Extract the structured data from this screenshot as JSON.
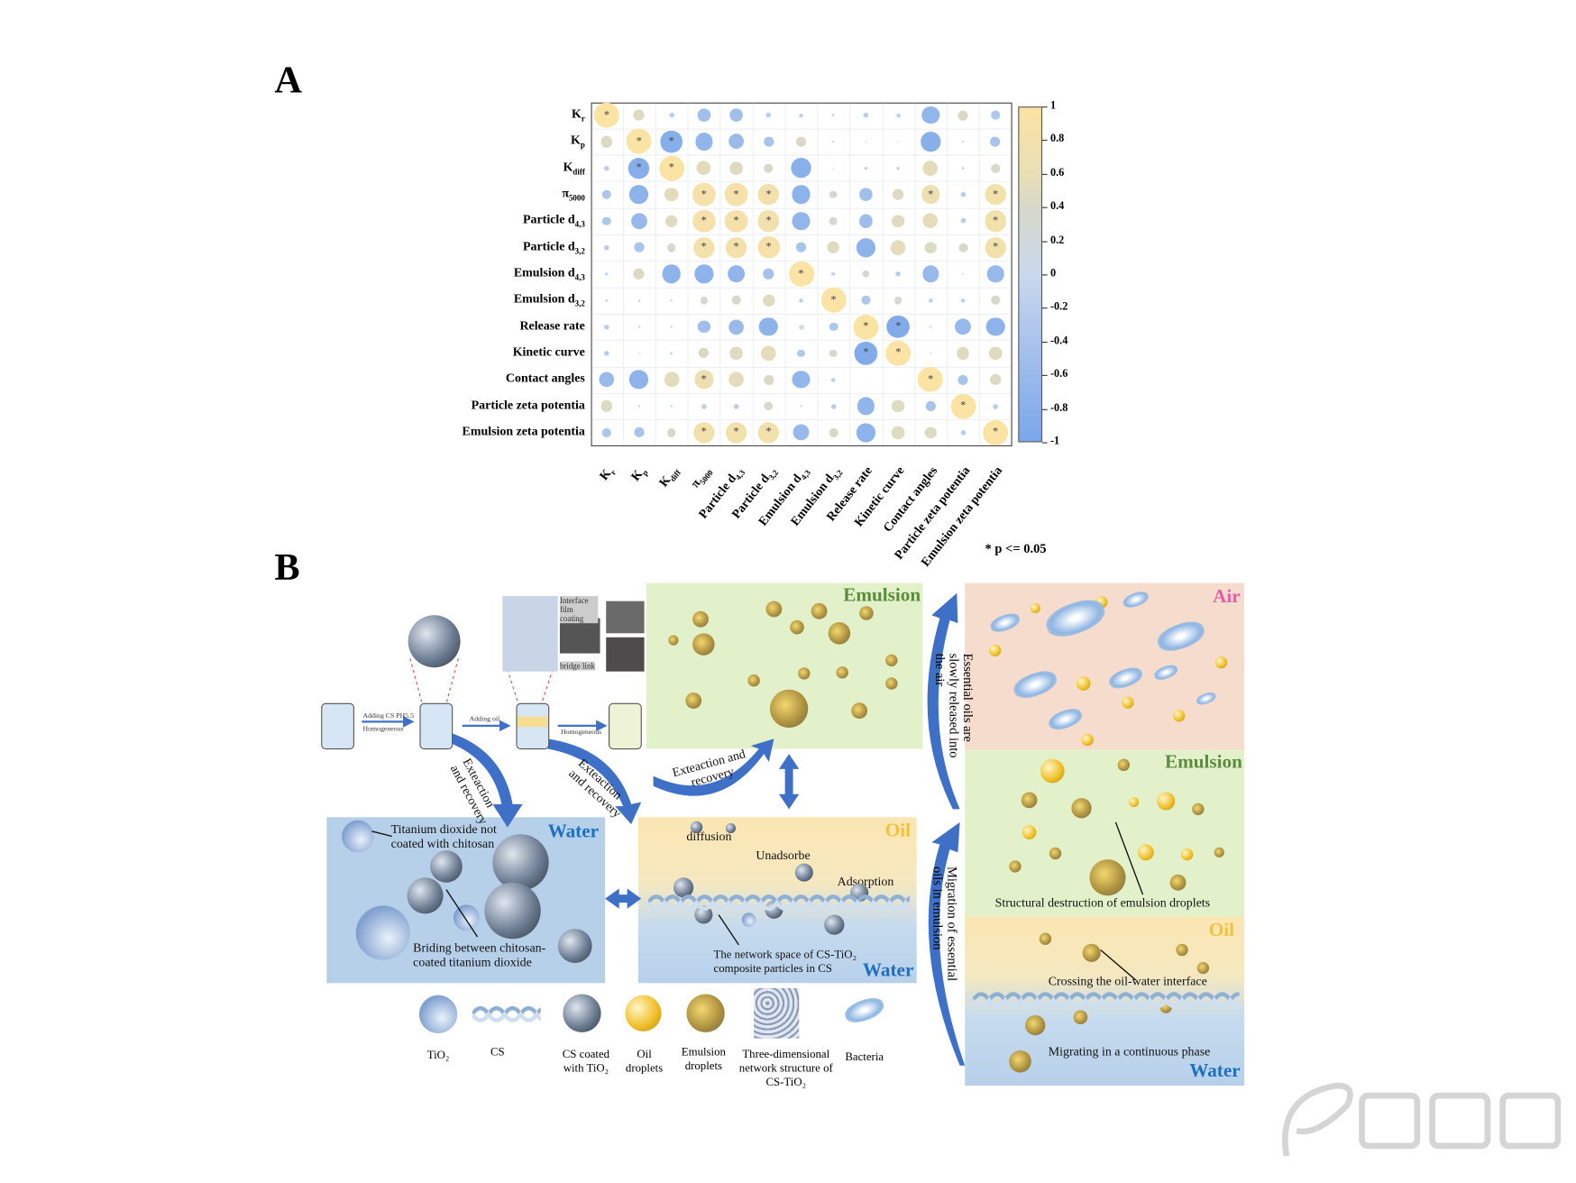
{
  "panel_labels": {
    "a": "A",
    "b": "B"
  },
  "chart_data": {
    "type": "heatmap",
    "subtype": "correlation-circle-matrix",
    "variables": [
      {
        "base": "K",
        "sub": "r"
      },
      {
        "base": "K",
        "sub": "p"
      },
      {
        "base": "K",
        "sub": "diff"
      },
      {
        "base": "π",
        "sub": "5000"
      },
      {
        "base": "Particle d",
        "sub": "4,3"
      },
      {
        "base": "Particle d",
        "sub": "3,2"
      },
      {
        "base": "Emulsion d",
        "sub": "4,3"
      },
      {
        "base": "Emulsion d",
        "sub": "3,2"
      },
      {
        "base": "Release rate",
        "sub": ""
      },
      {
        "base": "Kinetic curve",
        "sub": ""
      },
      {
        "base": "Contact angles",
        "sub": ""
      },
      {
        "base": "Particle zeta potentia",
        "sub": ""
      },
      {
        "base": "Emulsion zeta potentia",
        "sub": ""
      }
    ],
    "values": [
      [
        1,
        0.45,
        -0.2,
        -0.5,
        -0.5,
        -0.2,
        -0.15,
        -0.1,
        -0.2,
        -0.15,
        -0.7,
        0.4,
        -0.35
      ],
      [
        0.45,
        1,
        -0.85,
        -0.7,
        -0.6,
        -0.4,
        0.4,
        -0.1,
        0,
        0,
        -0.8,
        -0.1,
        -0.4
      ],
      [
        -0.2,
        -0.85,
        1,
        0.55,
        0.5,
        0.35,
        -0.8,
        -0.05,
        -0.1,
        -0.1,
        0.6,
        -0.1,
        0.35
      ],
      [
        -0.35,
        -0.75,
        0.55,
        0.9,
        0.9,
        0.85,
        -0.75,
        0.3,
        -0.5,
        0.45,
        0.75,
        -0.2,
        0.85
      ],
      [
        -0.35,
        -0.65,
        0.5,
        0.9,
        0.9,
        0.85,
        -0.7,
        0.3,
        -0.55,
        0.5,
        0.6,
        -0.2,
        0.85
      ],
      [
        -0.2,
        -0.4,
        0.35,
        0.85,
        0.85,
        0.9,
        -0.4,
        0.5,
        -0.75,
        0.6,
        0.45,
        0.35,
        0.85
      ],
      [
        -0.1,
        0.45,
        -0.75,
        -0.75,
        -0.7,
        -0.45,
        1,
        -0.15,
        0.3,
        -0.2,
        -0.65,
        -0.05,
        -0.65
      ],
      [
        -0.1,
        -0.1,
        -0.05,
        0.3,
        0.35,
        0.5,
        -0.15,
        1,
        -0.35,
        0.3,
        -0.15,
        -0.15,
        0.35
      ],
      [
        -0.2,
        0,
        -0.1,
        -0.5,
        -0.6,
        -0.75,
        0.2,
        -0.35,
        1,
        -0.9,
        0,
        -0.65,
        -0.75
      ],
      [
        -0.2,
        0,
        -0.1,
        0.4,
        0.5,
        0.6,
        -0.3,
        0.3,
        -0.9,
        1,
        0,
        0.5,
        0.5
      ],
      [
        -0.6,
        -0.75,
        0.6,
        0.75,
        0.6,
        0.4,
        -0.7,
        -0.15,
        0,
        0,
        1,
        -0.4,
        0.45
      ],
      [
        0.45,
        -0.1,
        -0.1,
        -0.2,
        -0.2,
        0.35,
        -0.05,
        -0.2,
        -0.7,
        0.5,
        -0.4,
        1,
        -0.2
      ],
      [
        -0.35,
        -0.4,
        0.35,
        0.85,
        0.85,
        0.85,
        -0.65,
        0.35,
        -0.75,
        0.5,
        0.45,
        -0.2,
        1
      ]
    ],
    "significant": [
      [
        0,
        0
      ],
      [
        1,
        1
      ],
      [
        1,
        2
      ],
      [
        2,
        1
      ],
      [
        2,
        2
      ],
      [
        3,
        3
      ],
      [
        3,
        4
      ],
      [
        3,
        5
      ],
      [
        3,
        10
      ],
      [
        3,
        12
      ],
      [
        4,
        3
      ],
      [
        4,
        4
      ],
      [
        4,
        5
      ],
      [
        4,
        12
      ],
      [
        5,
        3
      ],
      [
        5,
        4
      ],
      [
        5,
        5
      ],
      [
        5,
        12
      ],
      [
        6,
        6
      ],
      [
        7,
        7
      ],
      [
        8,
        8
      ],
      [
        8,
        9
      ],
      [
        9,
        8
      ],
      [
        9,
        9
      ],
      [
        10,
        3
      ],
      [
        10,
        10
      ],
      [
        11,
        11
      ],
      [
        12,
        3
      ],
      [
        12,
        4
      ],
      [
        12,
        5
      ],
      [
        12,
        12
      ]
    ],
    "significance_mark": "*",
    "significance_note": "* p <= 0.05",
    "colorbar": {
      "range": [
        -1,
        1
      ],
      "ticks": [
        "1",
        "0.8",
        "0.6",
        "0.4",
        "0.2",
        "0",
        "-0.2",
        "-0.4",
        "-0.6",
        "-0.8",
        "-1"
      ],
      "colors": {
        "neg": "#7aa6ea",
        "zero": "#c9d8ec",
        "mid": "#d9d9c6",
        "pos": "#fbe3a3"
      }
    },
    "grid": true
  },
  "diagram": {
    "steps": {
      "step1_top": "Adding CS PH5.5",
      "step1_bottom": "Homogeneous",
      "step2": "Adding oil",
      "step3": "Homogeneous",
      "interface": "Interface film coating",
      "bridge": "bridge link"
    },
    "extraction_1": "Exteaction and recovery",
    "extraction_2": "Exteaction and recovery",
    "extraction_3": "Exteaction and recovery",
    "emulsion_box": {
      "title": "Emulsion"
    },
    "water_box": {
      "title": "Water",
      "note1": "Titanium dioxide not coated with chitosan",
      "note2": "Briding  between chitosan-coated titanium dioxide"
    },
    "oil_water_box": {
      "oil": "Oil",
      "water": "Water",
      "diffusion": "diffusion",
      "unadsorbe": "Unadsorbe",
      "adsorption": "Adsorption",
      "network": "The network space of CS-TiO₂ composite particles in CS"
    },
    "right": {
      "air": "Air",
      "air_arrow": "Essential oils are slowly released into the air",
      "emulsion": "Emulsion",
      "destruction": "Structural destruction of emulsion droplets",
      "oil": "Oil",
      "crossing": "Crossing the oil-water interface",
      "migrating": "Migrating in a continuous phase",
      "water": "Water",
      "migration_arrow": "Migration of essential oils in emulsion"
    },
    "legend": [
      "TiO₂",
      "CS",
      "CS coated with TiO₂",
      "Oil droplets",
      "Emulsion droplets",
      "Three-dimensional network structure of CS-TiO₂",
      "Bacteria"
    ],
    "colors": {
      "water": "#1f6fbf",
      "oil": "#f2c23a",
      "emulsion": "#5b8c3c",
      "air": "#e35fa8",
      "arrow": "#3d70c6"
    }
  },
  "watermark": "南海所"
}
